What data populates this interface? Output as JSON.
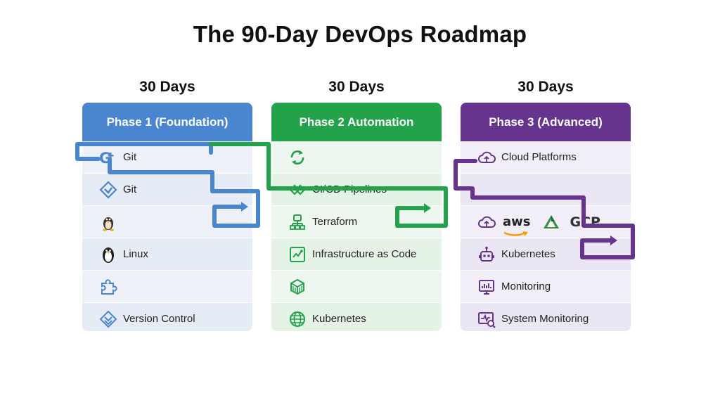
{
  "title": "The 90-Day DevOps Roadmap",
  "phases": [
    {
      "duration": "30 Days",
      "name": "Phase 1 (Foundation)",
      "color": "#4a86cf",
      "items": [
        {
          "label": "Git",
          "icon": "git-g-icon"
        },
        {
          "label": "Git",
          "icon": "git-diamond-icon"
        },
        {
          "label": "",
          "icon": "linux-penguin-small-icon"
        },
        {
          "label": "Linux",
          "icon": "linux-penguin-icon"
        },
        {
          "label": "",
          "icon": "puzzle-gear-icon"
        },
        {
          "label": "Version Control",
          "icon": "version-control-icon"
        }
      ]
    },
    {
      "duration": "30 Days",
      "name": "Phase 2 Automation",
      "color": "#22a24a",
      "items": [
        {
          "label": "",
          "icon": "refresh-cycle-icon"
        },
        {
          "label": "CI/CD Pipelines",
          "icon": "pipeline-icon"
        },
        {
          "label": "Terraform",
          "icon": "terraform-icon"
        },
        {
          "label": "Infrastructure as Code",
          "icon": "iac-icon"
        },
        {
          "label": "",
          "icon": "server-stack-icon"
        },
        {
          "label": "Kubernetes",
          "icon": "kubernetes-globe-icon"
        }
      ]
    },
    {
      "duration": "30 Days",
      "name": "Phase 3 (Advanced)",
      "color": "#66338f",
      "items": [
        {
          "label": "Cloud Platforms",
          "icon": "cloud-icon"
        },
        {
          "label": "",
          "icon": ""
        },
        {
          "label": "",
          "icon": "cloud-icon",
          "brands": [
            "aws",
            "GCP"
          ]
        },
        {
          "label": "Kubernetes",
          "icon": "kubernetes-robot-icon"
        },
        {
          "label": "Monitoring",
          "icon": "monitoring-chart-icon"
        },
        {
          "label": "System Monitoring",
          "icon": "system-monitor-icon"
        }
      ]
    }
  ]
}
